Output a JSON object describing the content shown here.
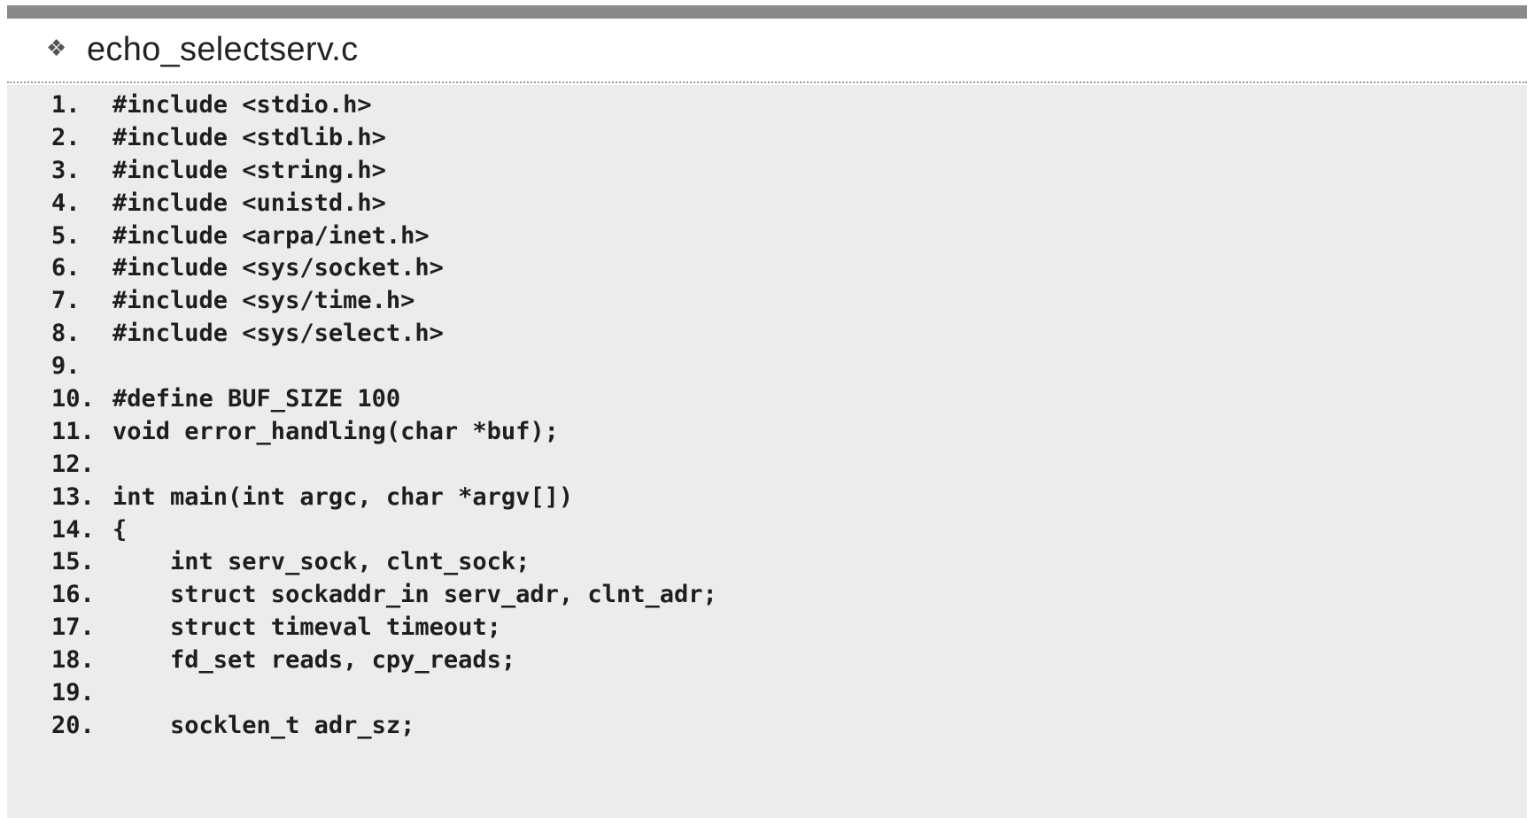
{
  "document": {
    "bullet_glyph": "❖",
    "file_title": "echo_selectserv.c"
  },
  "code": {
    "lines": [
      {
        "number": "1.",
        "text": "#include <stdio.h>"
      },
      {
        "number": "2.",
        "text": "#include <stdlib.h>"
      },
      {
        "number": "3.",
        "text": "#include <string.h>"
      },
      {
        "number": "4.",
        "text": "#include <unistd.h>"
      },
      {
        "number": "5.",
        "text": "#include <arpa/inet.h>"
      },
      {
        "number": "6.",
        "text": "#include <sys/socket.h>"
      },
      {
        "number": "7.",
        "text": "#include <sys/time.h>"
      },
      {
        "number": "8.",
        "text": "#include <sys/select.h>"
      },
      {
        "number": "9.",
        "text": ""
      },
      {
        "number": "10.",
        "text": "#define BUF_SIZE 100"
      },
      {
        "number": "11.",
        "text": "void error_handling(char *buf);"
      },
      {
        "number": "12.",
        "text": ""
      },
      {
        "number": "13.",
        "text": "int main(int argc, char *argv[])"
      },
      {
        "number": "14.",
        "text": "{"
      },
      {
        "number": "15.",
        "text": "    int serv_sock, clnt_sock;"
      },
      {
        "number": "16.",
        "text": "    struct sockaddr_in serv_adr, clnt_adr;"
      },
      {
        "number": "17.",
        "text": "    struct timeval timeout;"
      },
      {
        "number": "18.",
        "text": "    fd_set reads, cpy_reads;"
      },
      {
        "number": "19.",
        "text": ""
      },
      {
        "number": "20.",
        "text": "    socklen_t adr_sz;"
      }
    ]
  }
}
